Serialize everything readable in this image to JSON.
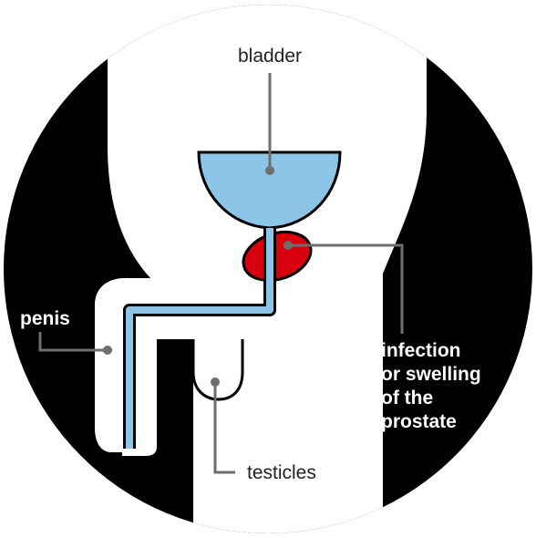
{
  "labels": {
    "bladder": "bladder",
    "penis": "penis",
    "testicles": "testicles",
    "prostate_line1": "infection",
    "prostate_line2": "or swelling",
    "prostate_line3": "of the",
    "prostate_line4": "prostate"
  },
  "colors": {
    "background_circle": "#000000",
    "body": "#ffffff",
    "bladder": "#8dc5e8",
    "prostate": "#d9000d",
    "urethra": "#8dc5e8",
    "leader_line": "#6e6e6e",
    "outline": "#000000"
  }
}
